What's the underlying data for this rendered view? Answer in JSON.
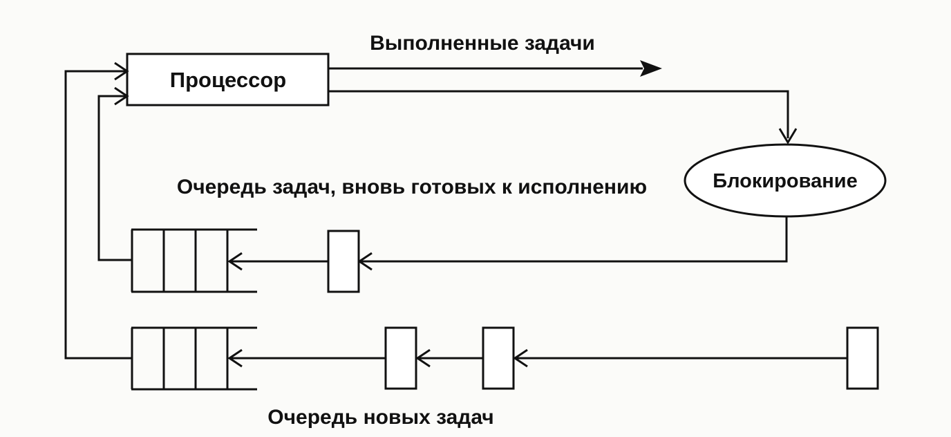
{
  "labels": {
    "processor": "Процессор",
    "completed": "Выполненные задачи",
    "blocking": "Блокирование",
    "ready_queue": "Очередь задач, вновь готовых к исполнению",
    "new_queue": "Очередь новых задач"
  }
}
